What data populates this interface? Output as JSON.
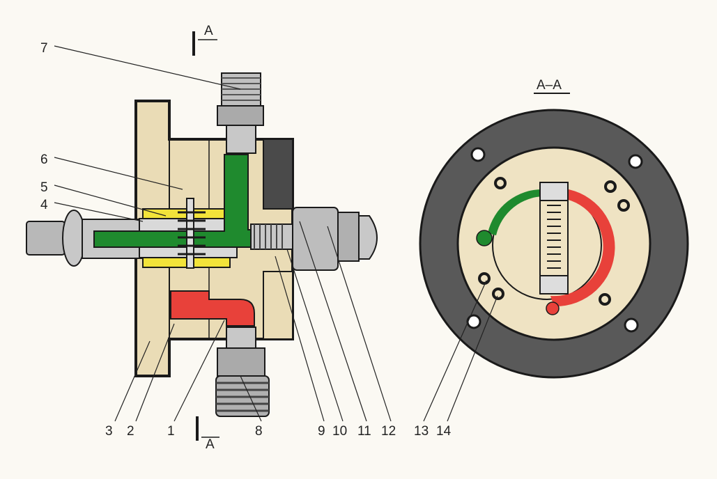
{
  "section_marker": "A",
  "section_title": "A–A",
  "callouts": [
    "1",
    "2",
    "3",
    "4",
    "5",
    "6",
    "7",
    "8",
    "9",
    "10",
    "11",
    "12",
    "13",
    "14"
  ],
  "colors": {
    "body": "#eadcb6",
    "outline": "#1a1a1a",
    "metal": "#b8b8b8",
    "dark_plate": "#595959",
    "green_channel": "#1f8a2e",
    "red_channel": "#e8413a",
    "yellow_seal": "#f2e33a"
  }
}
